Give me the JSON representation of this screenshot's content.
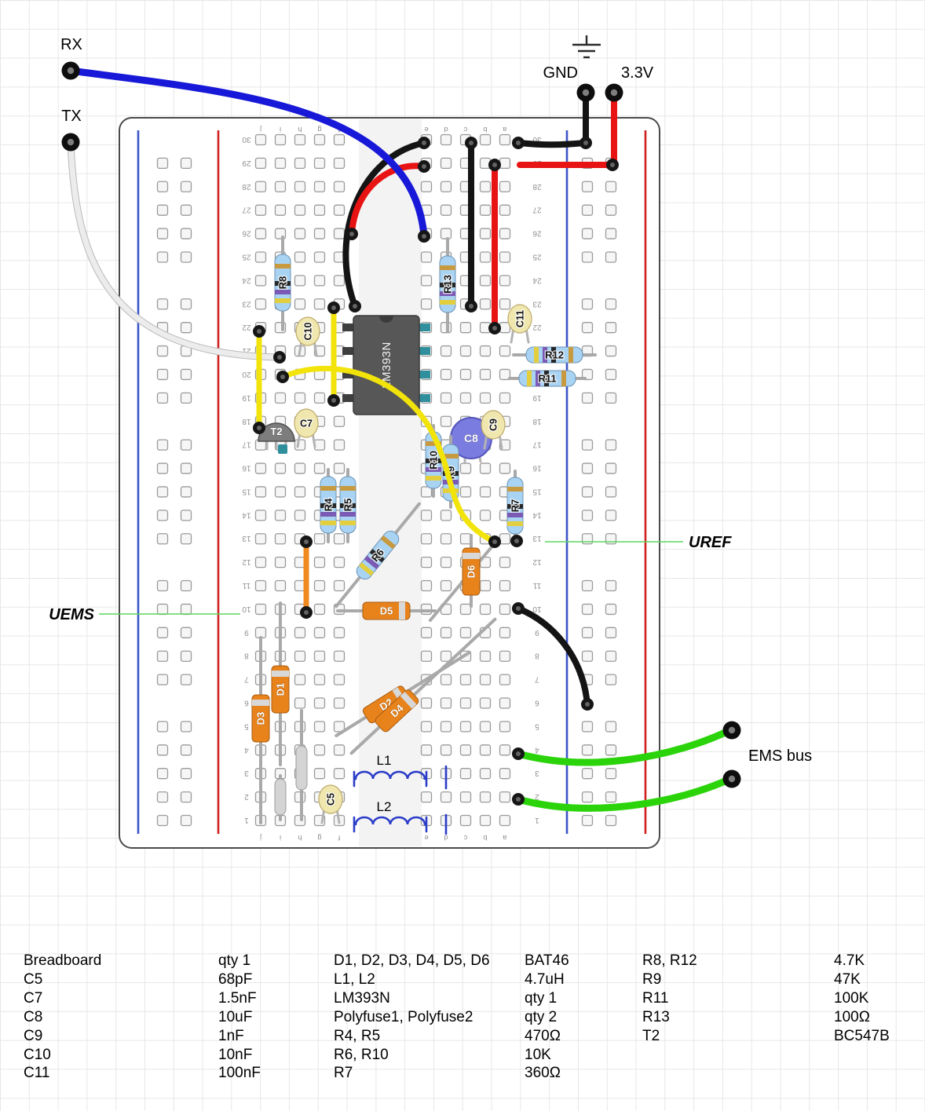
{
  "colors": {
    "wire_blue": "#1818d8",
    "wire_white": "#ececec",
    "wire_black": "#141414",
    "wire_red": "#e81414",
    "wire_yellow": "#f2e40a",
    "wire_green": "#2bd40a",
    "wire_orange": "#f08a1e",
    "annotation_green": "#5dd65d",
    "rail_red": "#cf2020",
    "rail_blue": "#3c55c8",
    "resistor_body": "#a9d3f2",
    "diode_body": "#e8831c",
    "cap_yellow": "#f0e7ae",
    "cap_c8": "#7b7ce0",
    "ic_body": "#575757"
  },
  "labels": {
    "rx": "RX",
    "tx": "TX",
    "gnd": "GND",
    "v33": "3.3V",
    "uref": "UREF",
    "uems": "UEMS",
    "ems_bus": "EMS bus"
  },
  "components": {
    "r4": "R4",
    "r5": "R5",
    "r6": "R6",
    "r7": "R7",
    "r8": "R8",
    "r9": "R9",
    "r10": "R10",
    "r11": "R11",
    "r12": "R12",
    "r13": "R13",
    "c5": "C5",
    "c7": "C7",
    "c8": "C8",
    "c9": "C9",
    "c10": "C10",
    "c11": "C11",
    "d1": "D1",
    "d2": "D2",
    "d3": "D3",
    "d4": "D4",
    "d5": "D5",
    "d6": "D6",
    "l1": "L1",
    "l2": "L2",
    "t2": "T2",
    "ic": "LM393N"
  },
  "board": {
    "row_numbers": [
      "1",
      "2",
      "3",
      "4",
      "5",
      "6",
      "7",
      "8",
      "9",
      "10",
      "11",
      "12",
      "13",
      "14",
      "15",
      "16",
      "17",
      "18",
      "19",
      "20",
      "21",
      "22",
      "23",
      "24",
      "25",
      "26",
      "27",
      "28",
      "29",
      "30"
    ],
    "column_letters": [
      "j",
      "i",
      "h",
      "g",
      "f",
      "e",
      "d",
      "c",
      "b",
      "a"
    ]
  },
  "parts_list": {
    "groups": [
      {
        "rows": [
          [
            "Breadboard",
            "qty 1"
          ],
          [
            "C5",
            "68pF"
          ],
          [
            "C7",
            "1.5nF"
          ],
          [
            "C8",
            "10uF"
          ],
          [
            "C9",
            "1nF"
          ],
          [
            "C10",
            "10nF"
          ],
          [
            "C11",
            "100nF"
          ]
        ]
      },
      {
        "rows": [
          [
            "D1, D2, D3, D4, D5, D6",
            "BAT46"
          ],
          [
            "L1, L2",
            "4.7uH"
          ],
          [
            "LM393N",
            "qty 1"
          ],
          [
            "Polyfuse1, Polyfuse2",
            "qty 2"
          ],
          [
            "R4, R5",
            "470Ω"
          ],
          [
            "R6, R10",
            "10K"
          ],
          [
            "R7",
            "360Ω"
          ]
        ]
      },
      {
        "rows": [
          [
            "R8, R12",
            "4.7K"
          ],
          [
            "R9",
            "47K"
          ],
          [
            "R11",
            "100K"
          ],
          [
            "R13",
            "100Ω"
          ],
          [
            "T2",
            "BC547B"
          ]
        ]
      }
    ]
  }
}
